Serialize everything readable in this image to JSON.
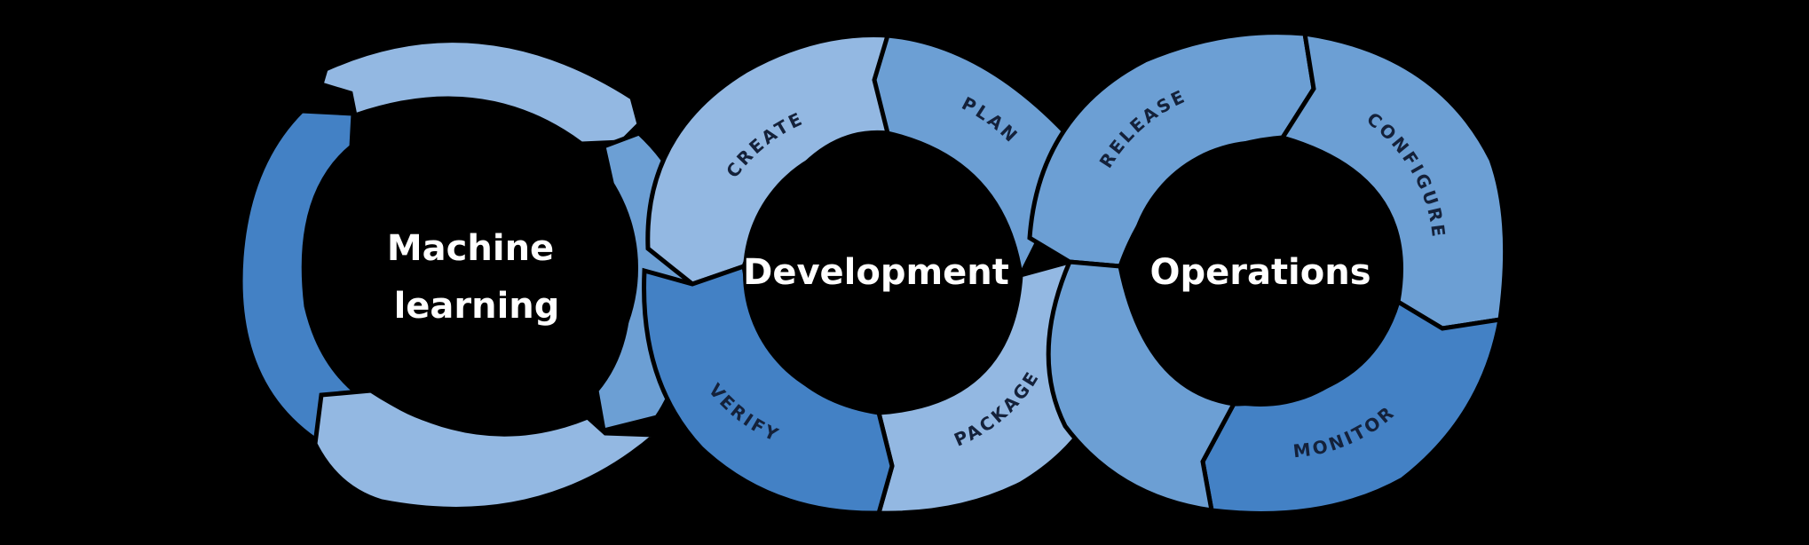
{
  "colors": {
    "background": "#000000",
    "light": "#93b8e2",
    "medium": "#6c9fd4",
    "dark": "#4381c5",
    "center": "#000000",
    "center_text": "#ffffff",
    "stage_text": "#14213a"
  },
  "rings": [
    {
      "id": "machine-learning",
      "title_lines": [
        "Machine",
        "learning"
      ],
      "segments": []
    },
    {
      "id": "development",
      "title_lines": [
        "Development"
      ],
      "segments": [
        {
          "label": "CREATE"
        },
        {
          "label": "PLAN"
        },
        {
          "label": "PACKAGE"
        },
        {
          "label": "VERIFY"
        }
      ]
    },
    {
      "id": "operations",
      "title_lines": [
        "Operations"
      ],
      "segments": [
        {
          "label": "RELEASE"
        },
        {
          "label": "CONFIGURE"
        },
        {
          "label": "MONITOR"
        }
      ]
    }
  ]
}
